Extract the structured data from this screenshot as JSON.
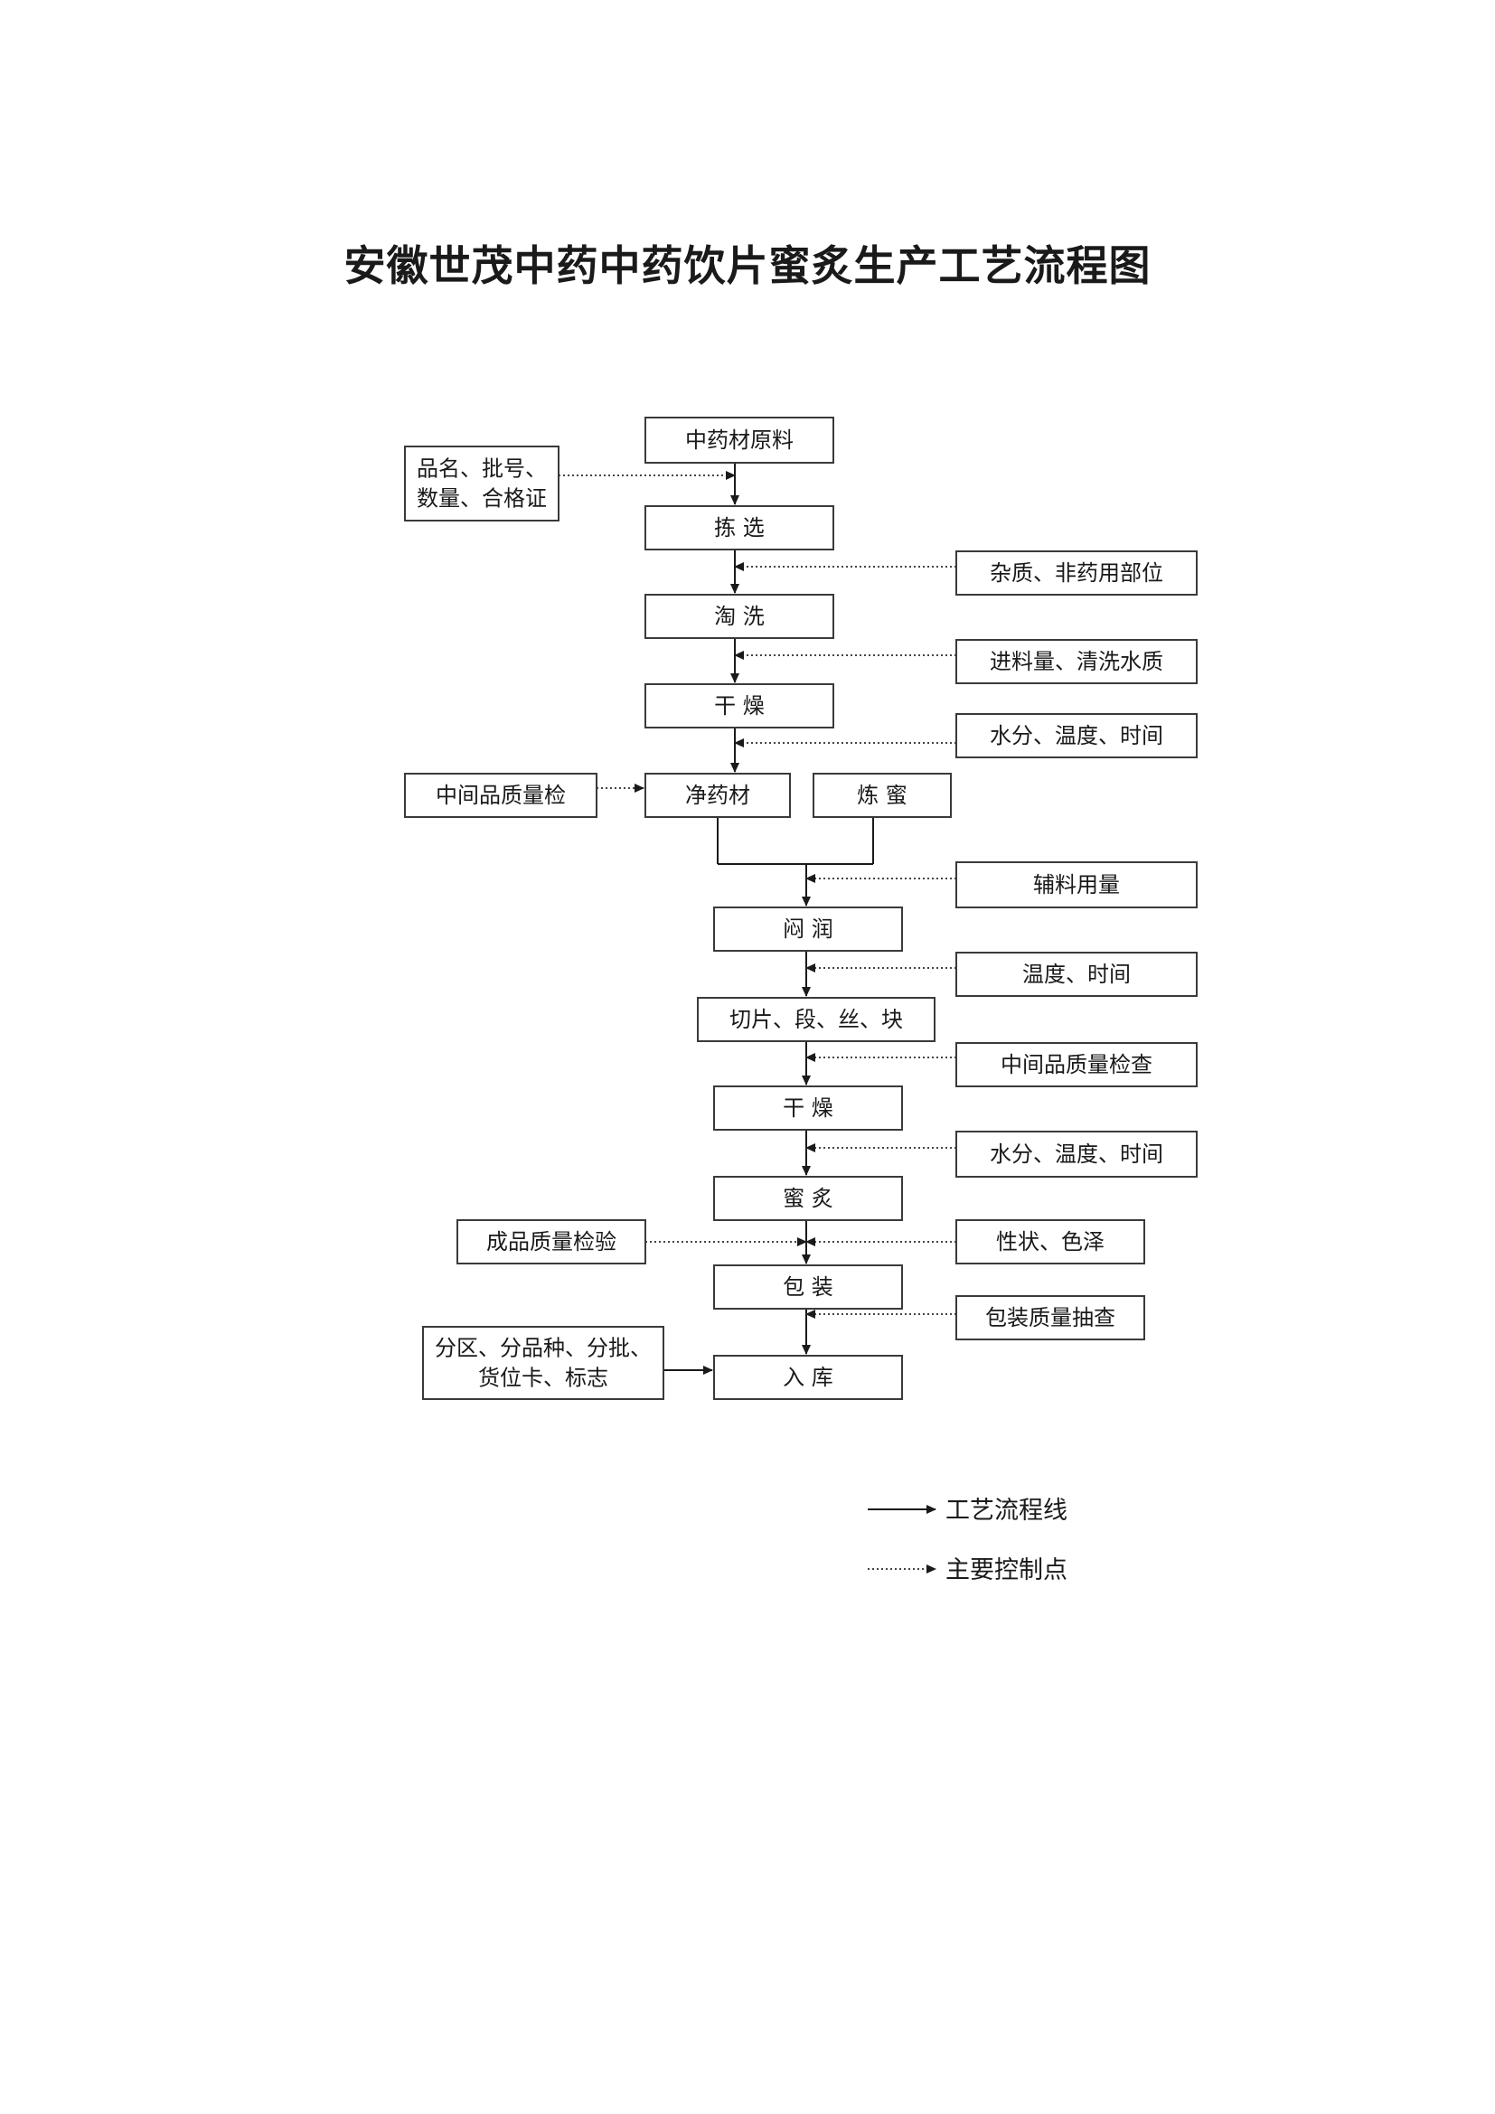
{
  "title": "安徽世茂中药中药饮片蜜炙生产工艺流程图",
  "process_steps": [
    {
      "id": "raw",
      "label": "中药材原料"
    },
    {
      "id": "pick",
      "label": "拣  选"
    },
    {
      "id": "wash",
      "label": "淘  洗"
    },
    {
      "id": "dry1",
      "label": "干  燥"
    },
    {
      "id": "clean",
      "label": "净药材"
    },
    {
      "id": "honey",
      "label": "炼  蜜"
    },
    {
      "id": "moisten",
      "label": "闷  润"
    },
    {
      "id": "cut",
      "label": "切片、段、丝、块"
    },
    {
      "id": "dry2",
      "label": "干  燥"
    },
    {
      "id": "roast",
      "label": "蜜  炙"
    },
    {
      "id": "pack",
      "label": "包  装"
    },
    {
      "id": "store",
      "label": "入  库"
    }
  ],
  "control_points": [
    {
      "id": "c-raw",
      "lines": [
        "品名、批号、",
        "数量、合格证"
      ]
    },
    {
      "id": "c-pick",
      "lines": [
        "杂质、非药用部位"
      ]
    },
    {
      "id": "c-wash",
      "lines": [
        "进料量、清洗水质"
      ]
    },
    {
      "id": "c-dry1",
      "lines": [
        "水分、温度、时间"
      ]
    },
    {
      "id": "c-clean",
      "lines": [
        "中间品质量检"
      ]
    },
    {
      "id": "c-aux",
      "lines": [
        "辅料用量"
      ]
    },
    {
      "id": "c-moisten",
      "lines": [
        "温度、时间"
      ]
    },
    {
      "id": "c-cut",
      "lines": [
        "中间品质量检查"
      ]
    },
    {
      "id": "c-dry2",
      "lines": [
        "水分、温度、时间"
      ]
    },
    {
      "id": "c-final",
      "lines": [
        "成品质量检验"
      ]
    },
    {
      "id": "c-trait",
      "lines": [
        "性状、色泽"
      ]
    },
    {
      "id": "c-pack",
      "lines": [
        "包装质量抽查"
      ]
    },
    {
      "id": "c-store",
      "lines": [
        "分区、分品种、分批、",
        "货位卡、标志"
      ]
    }
  ],
  "legend": {
    "process_line": "工艺流程线",
    "control_point": "主要控制点"
  }
}
